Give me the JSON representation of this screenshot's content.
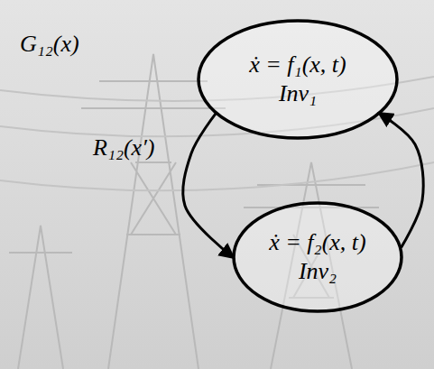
{
  "diagram": {
    "nodes": [
      {
        "text": [
          "ẋ = f₁(x, t)",
          "Inv₁"
        ]
      },
      {
        "text": [
          "ẋ = f₂(x, t)",
          "Inv₂"
        ]
      }
    ],
    "edges": [
      {
        "from": 0,
        "to": 1,
        "arrow": "to",
        "label": "G₁₂(x)"
      },
      {
        "from": 1,
        "to": 0,
        "arrow": "to"
      }
    ],
    "labels": [
      "R₁₂(x′)"
    ]
  }
}
